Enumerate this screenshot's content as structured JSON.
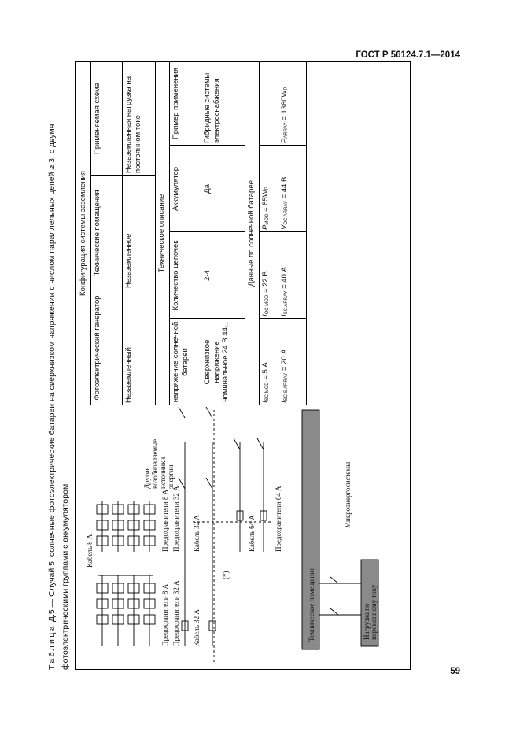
{
  "header": {
    "standard": "ГОСТ Р 56124.7.1—2014"
  },
  "page_number": "59",
  "caption": {
    "lead": "Таблица",
    "line1": " Д.5 — Случай 5: солнечные фотоэлектрические батареи на сверхнизком напряжении с числом параллельных цепей ≥ 3, с двумя",
    "line2": "фотоэлектрическими группами с аккумулятором"
  },
  "diagram": {
    "labels": {
      "cable_8a": "Кабель 8 А",
      "fuses_8a_left": "Предохранители 8 А",
      "fuses_8a_right": "Предохранители 8 А",
      "cable_32a_left": "Кабель 32 А",
      "cable_32a_right": "Кабель 32 А",
      "fuses_32a_left": "Предохранители 32 А",
      "fuses_32a_right": "Предохранители 32 А",
      "star": "(*)",
      "cable_64a": "Кабель 64 А",
      "fuses_64a": "Предохранители 64 А",
      "other_sources_1": "Другие",
      "other_sources_2": "возобновляемые",
      "other_sources_3": "источники",
      "other_sources_4": "энергии",
      "microgrid": "Микроэнергосистемы",
      "tech_room": "Техническое помещение",
      "dc_load_1": "Нагрузка по",
      "dc_load_2": "переменному току"
    }
  },
  "table": {
    "grounding_title": "Конфигурация системы заземления",
    "grounding_headers": [
      "Фотоэлектрический генератор",
      "Технические помещения",
      "Применяемая схема"
    ],
    "grounding_values": [
      "Незаземленный",
      "Незаземленное",
      "Незаземленная нагрузка на постоянном токе"
    ],
    "tech_title": "Техническое описание",
    "tech_headers": [
      "напряжение солнечной батареи",
      "Количество цепочек",
      "Аккумулятор",
      "Пример применения"
    ],
    "tech_values": [
      "Сверхнизкое напряжение номинальное 24 В 44",
      "2-4",
      "Да",
      "Гибридные системы электроснабжения"
    ],
    "tech_sub": "г.-.",
    "data_title": "Данные по солнечной батарее",
    "data_row1": [
      "I",
      "SC MOD",
      " = 5 А",
      "I",
      "OC MOD",
      " = 22 В",
      "P",
      "MOD",
      " = 85W",
      "P"
    ],
    "data_row2": [
      "I",
      "SC S ARRAY",
      " = 20 А",
      "I",
      "SC ARRAY",
      " = 40 А",
      "V",
      "OC ARRAY",
      " = 44 В",
      "P",
      "ARRAY",
      " = 1360W",
      "P"
    ]
  }
}
